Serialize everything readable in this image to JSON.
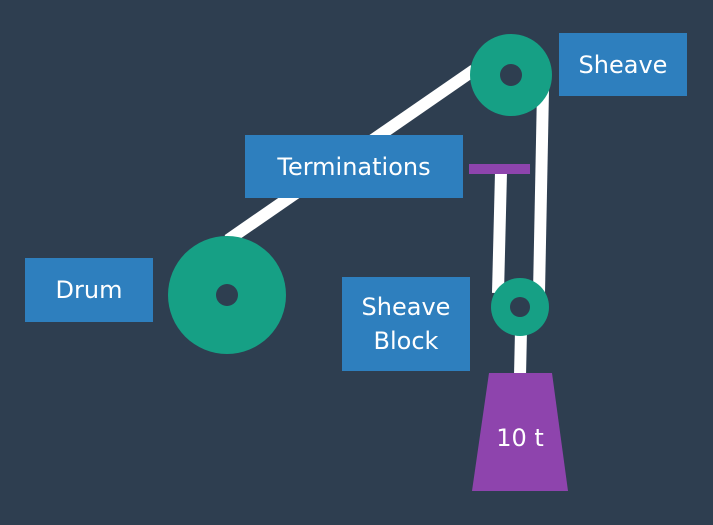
{
  "labels": {
    "sheave": "Sheave",
    "terminations": "Terminations",
    "drum": "Drum",
    "sheave_block_line1": "Sheave",
    "sheave_block_line2": "Block",
    "weight": "10 t"
  },
  "colors": {
    "background": "#2e3e50",
    "label_box": "#2e7fbe",
    "pulley": "#16a085",
    "pulley_hub": "#2e3e50",
    "rope": "#ffffff",
    "weight": "#8e44ad",
    "termination_bar": "#8e44ad"
  }
}
